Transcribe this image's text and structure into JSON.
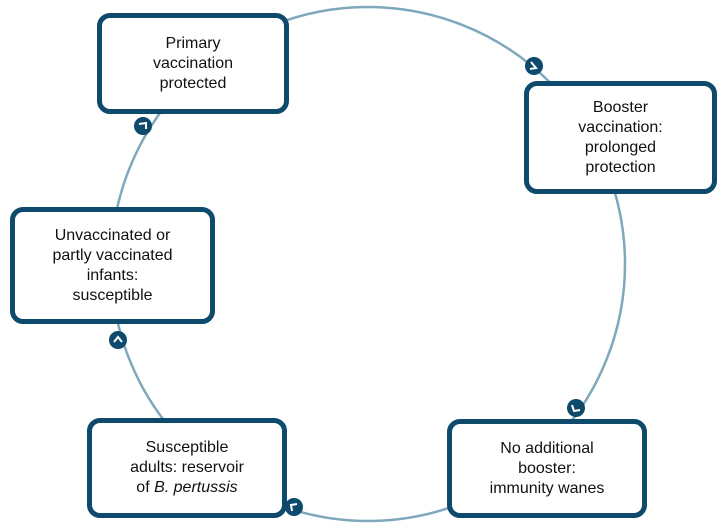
{
  "diagram": {
    "colors": {
      "box_border": "#0e4a6b",
      "cycle_line": "#7fa8bd",
      "arrow_badge": "#0e4a6b"
    },
    "nodes": {
      "primary": "Primary\nvaccination\nprotected",
      "booster": "Booster\nvaccination:\nprolonged\nprotection",
      "no_booster": "No additional\nbooster:\nimmunity wanes",
      "adults_line1": "Susceptible\nadults: reservoir",
      "adults_line2_prefix": "of ",
      "adults_line2_italic": "B. pertussis",
      "infants": "Unvaccinated or\npartly vaccinated\ninfants:\nsusceptible"
    },
    "arrow_icon": "cycle-direction-arrow-icon"
  }
}
